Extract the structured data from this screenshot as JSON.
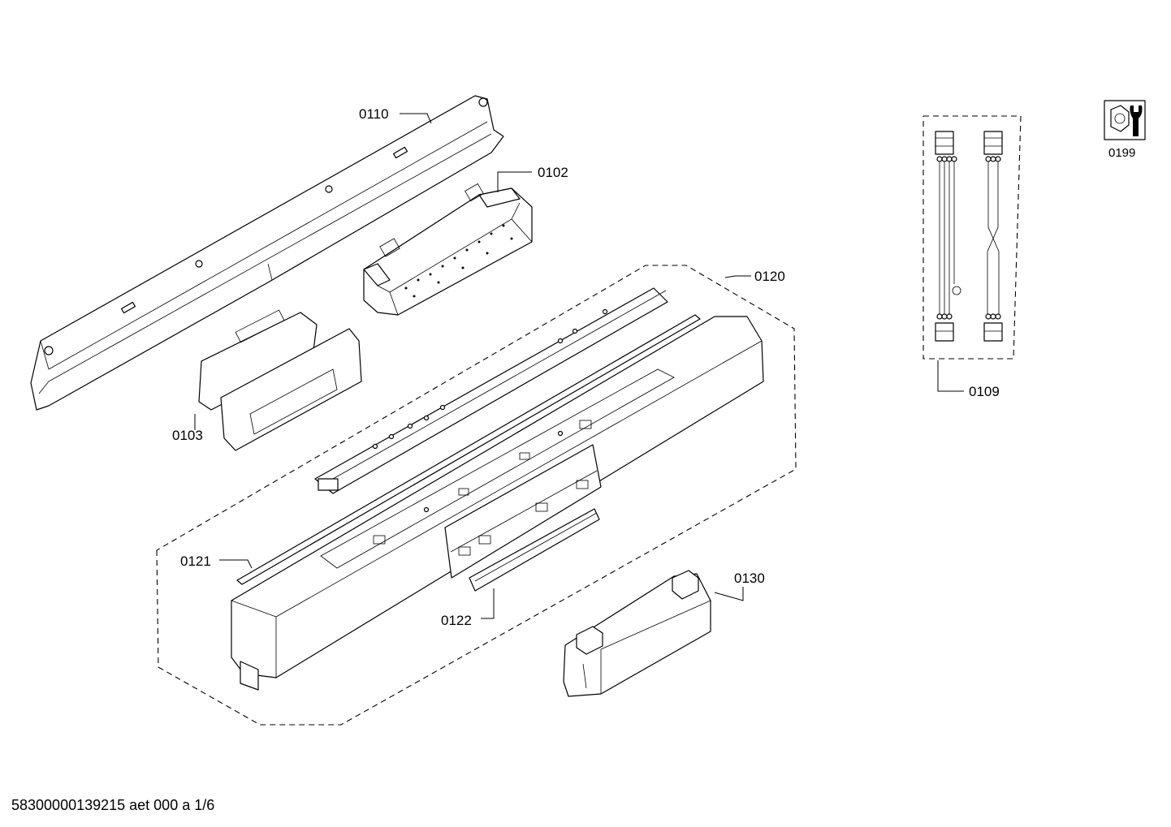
{
  "labels": {
    "p0110": "0110",
    "p0102": "0102",
    "p0120": "0120",
    "p0103": "0103",
    "p0121": "0121",
    "p0122": "0122",
    "p0130": "0130",
    "p0109": "0109",
    "p0199": "0199"
  },
  "footer": {
    "text": "58300000139215 aet 000 a 1/6"
  }
}
